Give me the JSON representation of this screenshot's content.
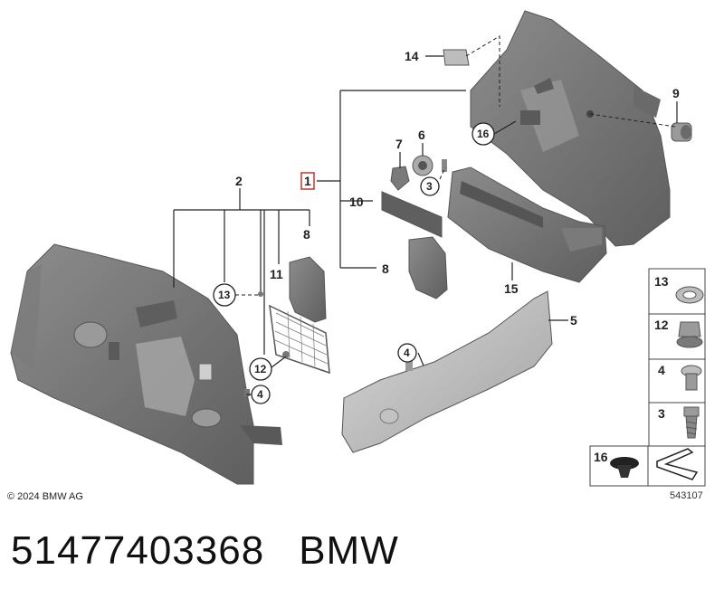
{
  "callouts": {
    "c1": "1",
    "c2": "2",
    "c3": "3",
    "c4a": "4",
    "c4b": "4",
    "c5": "5",
    "c6": "6",
    "c7": "7",
    "c8a": "8",
    "c8b": "8",
    "c9": "9",
    "c10": "10",
    "c11": "11",
    "c12": "12",
    "c13": "13",
    "c14": "14",
    "c15": "15",
    "c16": "16"
  },
  "legend": {
    "items": [
      {
        "number": "13"
      },
      {
        "number": "12"
      },
      {
        "number": "4"
      },
      {
        "number": "3"
      },
      {
        "number": "16"
      }
    ]
  },
  "copyright": "© 2024 BMW AG",
  "reference_number": "543107",
  "footer": {
    "part_number": "51477403368",
    "brand": "BMW"
  },
  "colors": {
    "part_dark": "#6f6f6f",
    "part_mid": "#8a8a8a",
    "part_light": "#bdbdbd",
    "highlight_box": "#cc2222"
  }
}
